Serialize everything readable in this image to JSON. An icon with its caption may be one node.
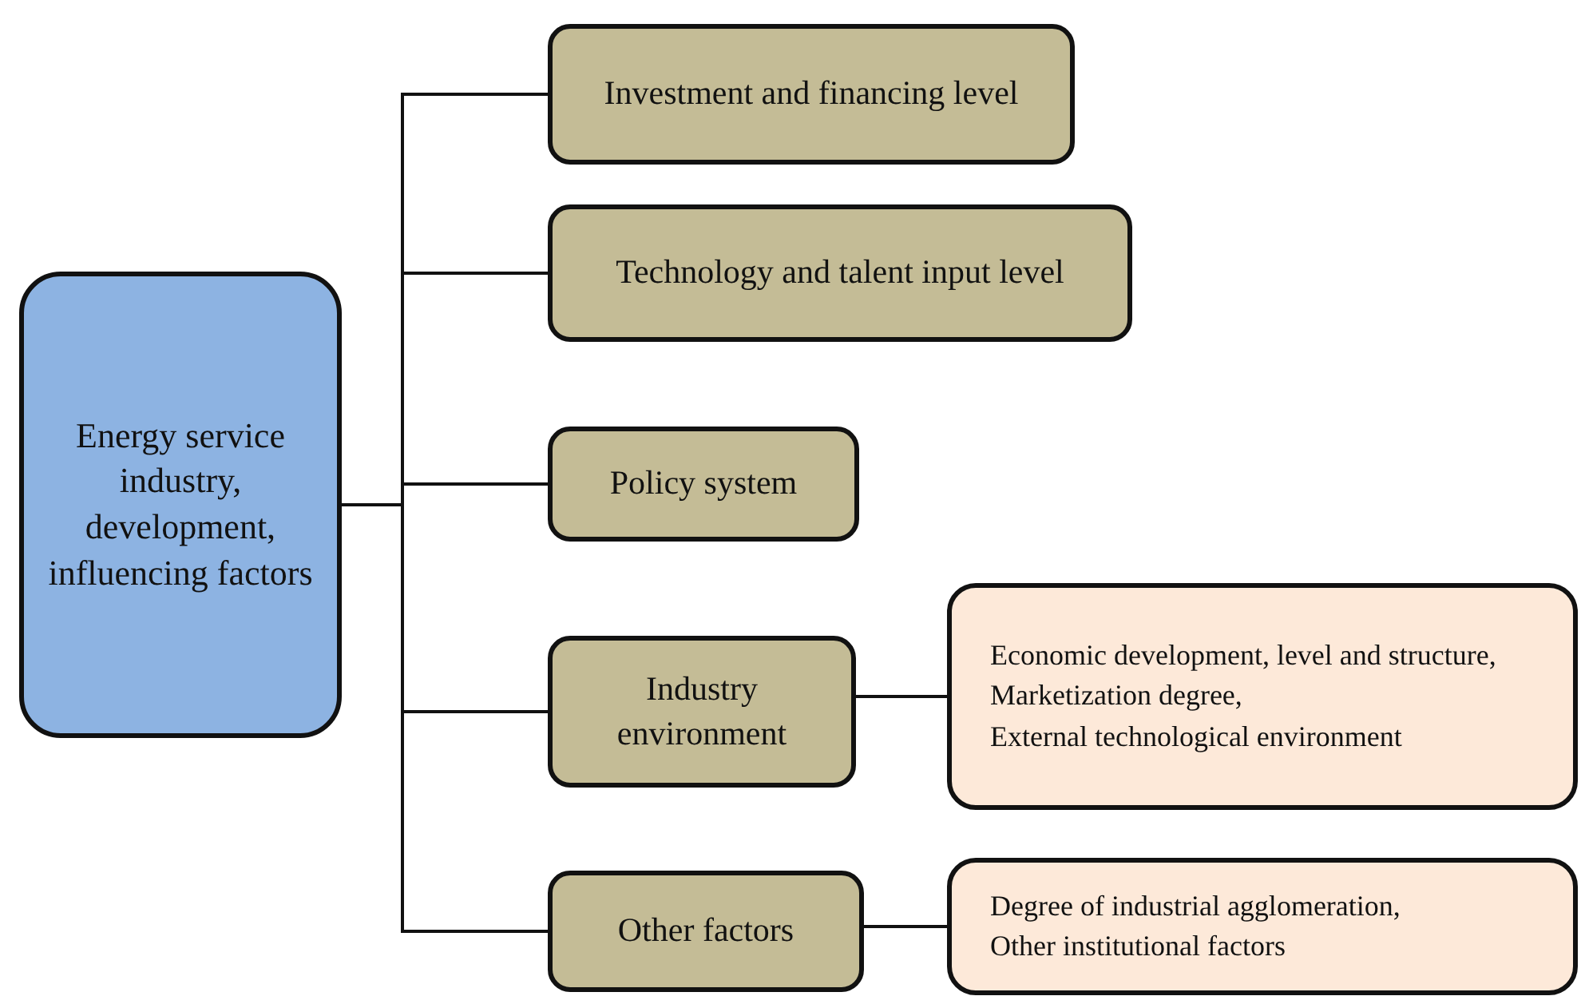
{
  "diagram": {
    "nodes": [
      {
        "text": [
          "Energy service industry, development, influencing factors"
        ]
      },
      {
        "text": [
          "Investment and financing level"
        ]
      },
      {
        "text": [
          "Technology and talent input level"
        ]
      },
      {
        "text": [
          "Policy system"
        ]
      },
      {
        "text": [
          "Industry environment"
        ]
      },
      {
        "text": [
          "Other factors"
        ]
      },
      {
        "text": [
          "Economic development, level and structure,",
          "Marketization degree,",
          "External technological environment"
        ]
      },
      {
        "text": [
          "Degree of industrial agglomeration,",
          "Other institutional factors"
        ]
      }
    ],
    "edges": [
      {
        "from": 0,
        "to": 1,
        "arrow": "none"
      },
      {
        "from": 0,
        "to": 2,
        "arrow": "none"
      },
      {
        "from": 0,
        "to": 3,
        "arrow": "none"
      },
      {
        "from": 0,
        "to": 4,
        "arrow": "none"
      },
      {
        "from": 0,
        "to": 5,
        "arrow": "none"
      },
      {
        "from": 4,
        "to": 6,
        "arrow": "none"
      },
      {
        "from": 5,
        "to": 7,
        "arrow": "none"
      }
    ]
  }
}
